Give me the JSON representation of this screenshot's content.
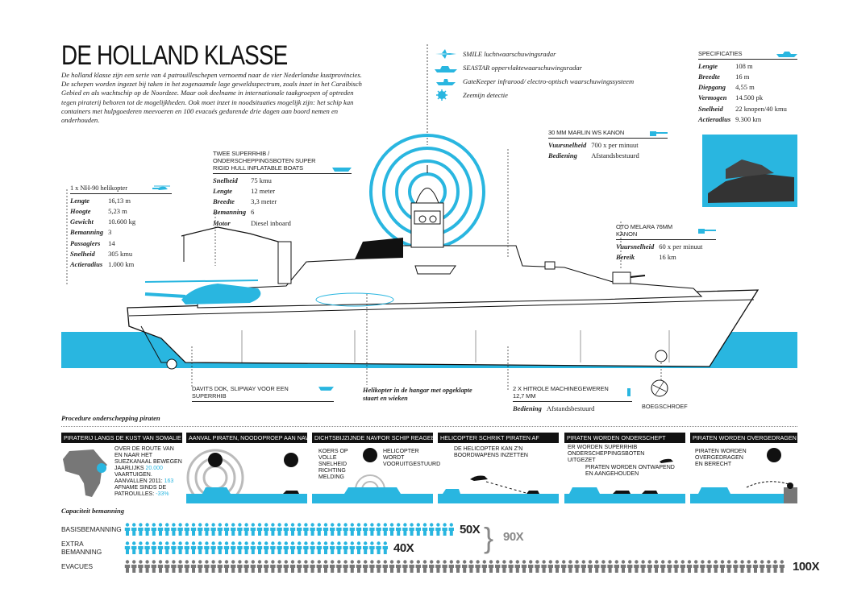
{
  "title": "DE HOLLAND KLASSE",
  "intro": "De holland klasse zijn een serie van 4 patrouilleschepen vernoemd naar de vier Nederlandse kustprovincies. De schepen worden ingezet bij taken in het zogenaamde lage geweldsspectrum, zoals inzet in het Caraïbisch Gebied en als wachtschip op de Noordzee. Maar ook deelname in internationale taakgroepen of optreden tegen piraterij behoren tot de mogelijkheden. Ook moet inzet in noodsituaties mogelijk zijn: het schip kan containers met hulpgoederen meevoeren en 100 evacués gedurende drie dagen aan boord nemen en onderhouden.",
  "legend": [
    {
      "icon": "jet-icon",
      "text": "SMILE luchtwaarschuwingsradar"
    },
    {
      "icon": "ship-icon",
      "text": "SEASTAR oppervlaktewaarschuwingsradar"
    },
    {
      "icon": "boat-icon",
      "text": "GateKeeper infrarood/ electro-optisch waarschuwingssysteem"
    },
    {
      "icon": "mine-icon",
      "text": "Zeemijn detectie"
    }
  ],
  "specs": {
    "header": "SPECIFICATIES",
    "rows": [
      [
        "Lengte",
        "108 m"
      ],
      [
        "Breedte",
        "16 m"
      ],
      [
        "Diepgang",
        "4,55 m"
      ],
      [
        "Vermogen",
        "14.500 pk"
      ],
      [
        "Snelheid",
        "22 knopen/40 kmu"
      ],
      [
        "Actieradius",
        "9.300 km"
      ]
    ]
  },
  "marlin": {
    "header": "30 MM MARLIN WS KANON",
    "rows": [
      [
        "Vuursnelheid",
        "700 x per minuut"
      ],
      [
        "Bediening",
        "Afstandsbestuurd"
      ]
    ]
  },
  "oto": {
    "header": "OTO MELARA 76MM KANON",
    "rows": [
      [
        "Vuursnelheid",
        "60 x per minuut"
      ],
      [
        "Bereik",
        "16 km"
      ]
    ]
  },
  "rhib": {
    "header": "TWEE SUPERRHIB / ONDERSCHEPPINGSBOTEN SUPER RIGID HULL INFLATABLE BOATS",
    "rows": [
      [
        "Snelheid",
        "75 kmu"
      ],
      [
        "Lengte",
        "12 meter"
      ],
      [
        "Breedte",
        "3,3 meter"
      ],
      [
        "Bemanning",
        "6"
      ],
      [
        "Motor",
        "Diesel inboard"
      ]
    ]
  },
  "heli": {
    "header": "1 x NH-90 helikopter",
    "rows": [
      [
        "Lengte",
        "16,13 m"
      ],
      [
        "Hoogte",
        "5,23 m"
      ],
      [
        "Gewicht",
        "10.600 kg"
      ],
      [
        "Bemanning",
        "3"
      ],
      [
        "Passagiers",
        "14"
      ],
      [
        "Snelheid",
        "305 kmu"
      ],
      [
        "Actieradius",
        "1.000 km"
      ]
    ]
  },
  "mg": {
    "header": "2 X HITROLE MACHINEGEWEREN 12,7 MM",
    "rows": [
      [
        "Bediening",
        "Afstandsbestuurd"
      ]
    ]
  },
  "davits": "DAVITS DOK, SLIPWAY VOOR EEN SUPERRHIB",
  "hangar": "Helikopter in de hangar met opgeklapte staart en wieken",
  "boeg": "BOEGSCHROEF",
  "procedure": {
    "title": "Procedure onderschepping piraten",
    "steps": [
      {
        "header": "PIRATERIJ LANGS DE KUST VAN SOMALIE"
      },
      {
        "header": "AANVAL PIRATEN, NOODOPROEP AAN NAVFOR"
      },
      {
        "header": "DICHTSBIJZIJNDE NAVFOR SCHIP REAGEERT"
      },
      {
        "header": "HELICOPTER SCHRIKT PIRATEN AF"
      },
      {
        "header": "PIRATEN WORDEN ONDERSCHEPT"
      },
      {
        "header": "PIRATEN WORDEN OVERGEDRAGEN"
      }
    ],
    "somalia_a": "OVER DE ROUTE VAN EN NAAR HET SUEZKANAAL BEWEGEN JAARLIJKS",
    "somalia_b": "20.000",
    "somalia_c": "VAARTUIGEN. AANVALLEN 2011:",
    "somalia_d": "163",
    "somalia_e": "AFNAME SINDS DE PATROUILLES:",
    "somalia_f": "-33%",
    "s3a": "KOERS OP VOLLE SNELHEID RICHTING MELDING",
    "s3b": "HELICOPTER WORDT VOORUITGESTUURD",
    "s4": "DE HELICOPTER KAN Z'N BOORDWAPENS INZETTEN",
    "s5a": "ER WORDEN SUPERRHIB ONDERSCHEPPINGSBOTEN UITGEZET",
    "s5b": "PIRATEN WORDEN ONTWAPEND EN AANGEHOUDEN",
    "s6": "PIRATEN WORDEN OVERGEDRAGEN EN BERECHT"
  },
  "capacity": {
    "title": "Capaciteit bemanning",
    "rows": [
      {
        "label": "BASISBEMANNING",
        "count": 50,
        "value": "50X",
        "color": "#29b6e0"
      },
      {
        "label": "EXTRA BEMANNING",
        "count": 40,
        "value": "40X",
        "color": "#29b6e0"
      },
      {
        "label": "EVACUES",
        "count": 100,
        "value": "100X",
        "color": "#777777"
      }
    ],
    "total": "90X"
  },
  "colors": {
    "accent": "#29b6e0",
    "ink": "#111111"
  }
}
